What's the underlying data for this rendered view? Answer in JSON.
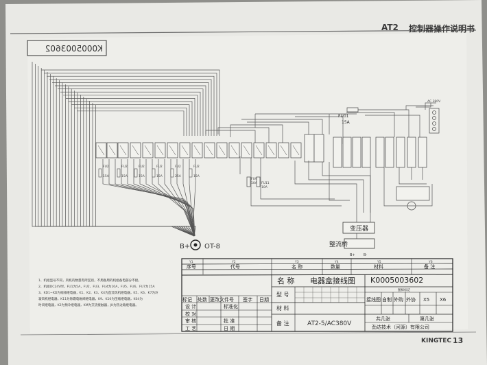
{
  "header": {
    "model": "AT2",
    "manual_title": "控制器操作说明书"
  },
  "footer": {
    "brand": "KINGTEC",
    "page": "13"
  },
  "diagram": {
    "code_box": "K0005003602",
    "power_label": "AC 380V",
    "main_fuse": {
      "name": "FU01",
      "rating": "15A"
    },
    "fuses": [
      {
        "name": "FU2",
        "rating": "15A"
      },
      {
        "name": "FU2",
        "rating": "15A"
      },
      {
        "name": "FU2",
        "rating": "15A"
      },
      {
        "name": "FU2",
        "rating": "15A"
      },
      {
        "name": "FU2",
        "rating": "25A"
      },
      {
        "name": "FU2",
        "rating": "15A"
      }
    ],
    "extra_fuses": [
      {
        "name": "FU9",
        "rating": "10A"
      },
      {
        "name": "FU11",
        "rating": "10A"
      }
    ],
    "transformer": "变压器",
    "rectifier": "整流桥",
    "rect_pos": "B+",
    "rect_neg": "B-",
    "battery_pos": "B+",
    "battery_term": "OT-8"
  },
  "notes": [
    "1、机组型号不同，风机的数量有所区别，不用备用的机组备电部分不接。",
    "2、机组DC24V时，FU1为5A，FU2、FU3、FU4为10A，FU5、FU6、FU7为15A",
    "3、KD1~KD为缩排继电器，K1、K2、K3、K4为直流风机继电器，K5、K6、K7为冷",
    "   凝风机继电器，K11为除霜电磁阀继电器，K9、K10为压缩继电器，K04为",
    "   时间继电器，K2为预冷继电器，KM为交流接触器，JK为热过载继电器。"
  ],
  "title_block": {
    "col_headers": [
      "Y1",
      "Y2",
      "Y3",
      "Y4",
      "Y5",
      "Y6"
    ],
    "head_row": [
      "序号",
      "代号",
      "名 称",
      "数量",
      "材料",
      "备 注"
    ],
    "name_label": "名 称",
    "name_value": "电器盒接线图",
    "code_value": "K0005003602",
    "model_label": "型 号",
    "material_label": "材 料",
    "remark_label": "备 注",
    "remark_value": "AT2-5/AC380V",
    "rev_labels": [
      "标记",
      "处数",
      "更改文件号",
      "签字",
      "日期"
    ],
    "sign_rows": [
      {
        "label": "设 计",
        "role": "标准化"
      },
      {
        "label": "校 对",
        "role": ""
      },
      {
        "label": "审 核",
        "role": "批 准"
      },
      {
        "label": "工 艺",
        "role": "日 期"
      }
    ],
    "stage_label": "图样标记",
    "stage_cells": [
      "接线图",
      "自制",
      "外购",
      "外协"
    ],
    "count_cells": [
      "X5",
      "X6"
    ],
    "sheet_cells": [
      "共几张",
      "第几张"
    ],
    "company": "劲达技术（河源）有限公司"
  }
}
